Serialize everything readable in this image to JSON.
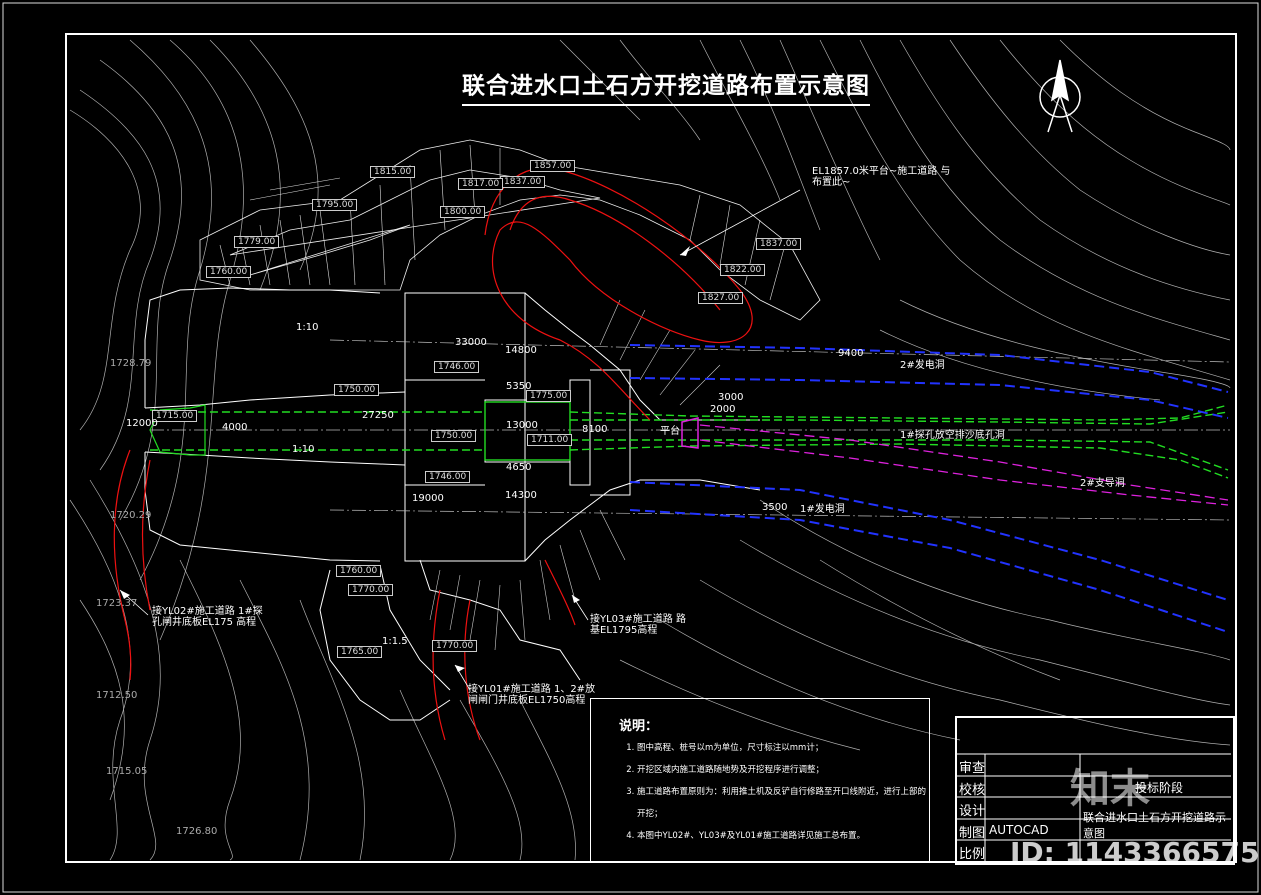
{
  "title": "联合进水口土石方开挖道路布置示意图",
  "annotations": {
    "platform_top": "EL1857.0米平台~施工道路 与布置此~",
    "left_road": "接YL02#施工道路 1#探孔闸井底板EL175 高程",
    "mid_road": "接YL01#施工道路 1、2#放闸闸门井底板EL1750高程",
    "right_road": "接YL03#施工道路 路基EL1795高程",
    "tunnel_2": "2#发电洞",
    "tunnel_1": "1#发电洞",
    "tunnel_empty": "1#探孔放空排沙底孔洞",
    "tunnel_diversion": "2#支导洞",
    "platform": "平台"
  },
  "elevations": {
    "e1715": "1715.00",
    "e1711": "1711.00",
    "e1750a": "1750.00",
    "e1750b": "1750.00",
    "e1746a": "1746.00",
    "e1746b": "1746.00",
    "e1775": "1775.00",
    "e1760a": "1760.00",
    "e1760b": "1760.00",
    "e1770a": "1770.00",
    "e1770b": "1770.00",
    "e1765": "1765.00",
    "e1779": "1779.00",
    "e1795": "1795.00",
    "e1815": "1815.00",
    "e1837a": "1837.00",
    "e1837b": "1837.00",
    "e1857": "1857.00",
    "e1800": "1800.00",
    "e1817": "1817.00",
    "e1822": "1822.00",
    "e1827": "1827.00"
  },
  "dims": {
    "d33000": "33000",
    "d14800": "14800",
    "d14300": "14300",
    "d27250": "27250",
    "d19000": "19000",
    "d13000": "13000",
    "d12000": "12000",
    "d5350": "5350",
    "d4650": "4650",
    "d3000": "3000",
    "d2000": "2000",
    "d3500": "3500",
    "d9400": "9400",
    "d8100": "8100",
    "d4000": "4000",
    "s110a": "1:10",
    "s110b": "1:10",
    "s115": "1:1.5"
  },
  "terrain": {
    "t1728": "1728.79",
    "t1720": "1720.29",
    "t1723": "1723.37",
    "t1712": "1712.50",
    "t1715": "1715.05",
    "t1726": "1726.80"
  },
  "notes": {
    "heading": "说明：",
    "items": [
      "图中高程、桩号以m为单位，尺寸标注以mm计；",
      "开挖区域内施工道路随地势及开挖程序进行调整；",
      "施工道路布置原则为：利用推土机及反铲自行修路至开口线附近，进行上部的开挖；",
      "本图中YL02#、YL03#及YL01#施工道路详见施工总布置。"
    ]
  },
  "title_block": {
    "r1": "审查",
    "r2": "校核",
    "r3": "设计",
    "r4": "制图",
    "r5": "比例",
    "stage": "投标阶段",
    "drawing_name": "联合进水口土石方开挖道路示意图",
    "software": "AUTOCAD"
  },
  "watermark": {
    "brand": "知末",
    "id": "ID: 1143366575"
  }
}
